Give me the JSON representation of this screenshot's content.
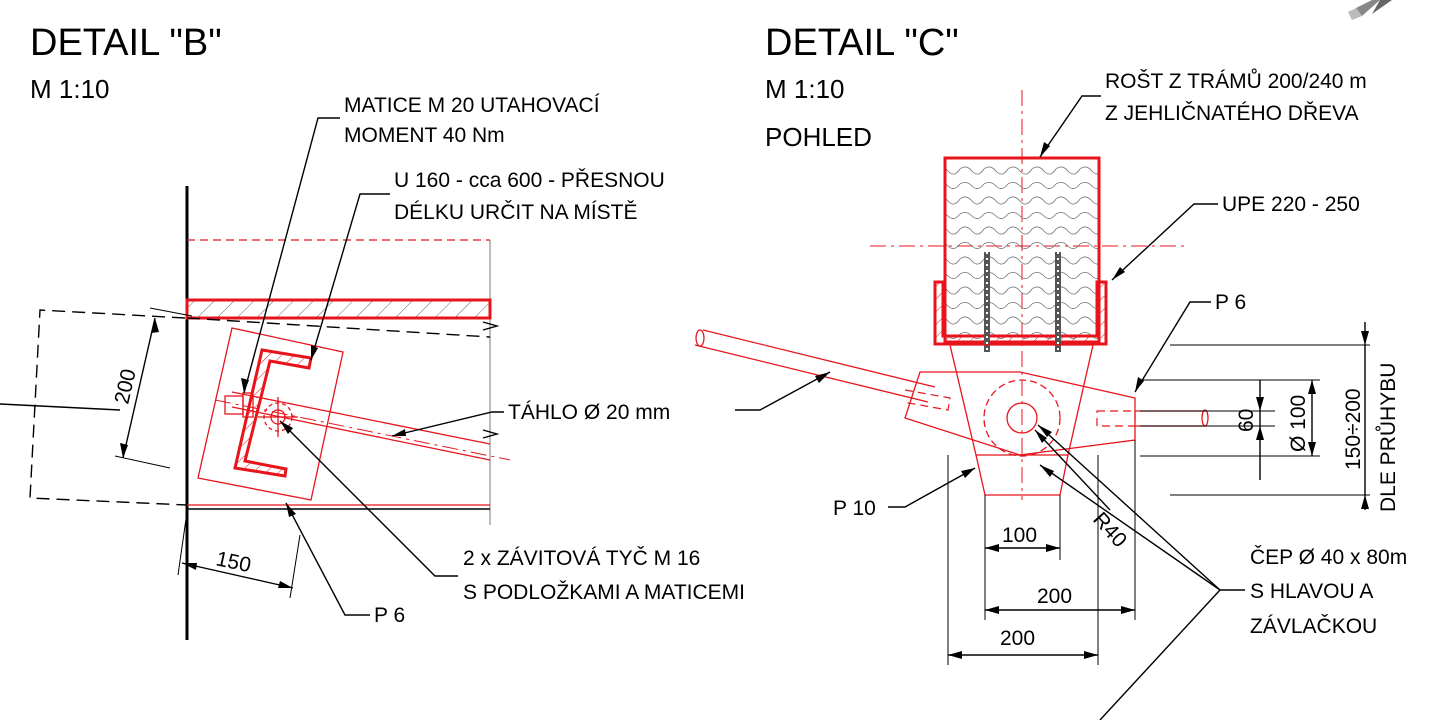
{
  "detail_b": {
    "title": "DETAIL \"B\"",
    "scale": "M 1:10",
    "note_nut_1": "MATICE M 20 UTAHOVACÍ",
    "note_nut_2": "MOMENT 40 Nm",
    "note_channel_1": "U 160 - cca 600 - PŘESNOU",
    "note_channel_2": "DÉLKU URČIT NA MÍSTĚ",
    "note_rod": "TÁHLO Ø 20 mm",
    "note_thread_1": "2 x ZÁVITOVÁ TYČ M 16",
    "note_thread_2": "S PODLOŽKAMI A MATICEMI",
    "note_plate": "P 6",
    "dim_200": "200",
    "dim_150": "150"
  },
  "detail_c": {
    "title": "DETAIL \"C\"",
    "scale": "M 1:10",
    "view": "POHLED",
    "note_beam_1": "ROŠT Z TRÁMŮ 200/240 m",
    "note_beam_2": "Z JEHLIČNATÉHO DŘEVA",
    "note_upe": "UPE 220 - 250",
    "note_p6": "P 6",
    "note_p10": "P 10",
    "note_pin_1": "ČEP Ø 40 x 80m",
    "note_pin_2": "S HLAVOU A",
    "note_pin_3": "ZÁVLAČKOU",
    "dim_r40": "R40",
    "dim_100": "100",
    "dim_200_a": "200",
    "dim_200_b": "200",
    "dim_60": "60",
    "dim_d100": "Ø 100",
    "dim_150_200": "150÷200",
    "dim_deflection": "DLE PRŮHYBU"
  },
  "colors": {
    "steel": "#e8141c",
    "ink": "#000000"
  }
}
